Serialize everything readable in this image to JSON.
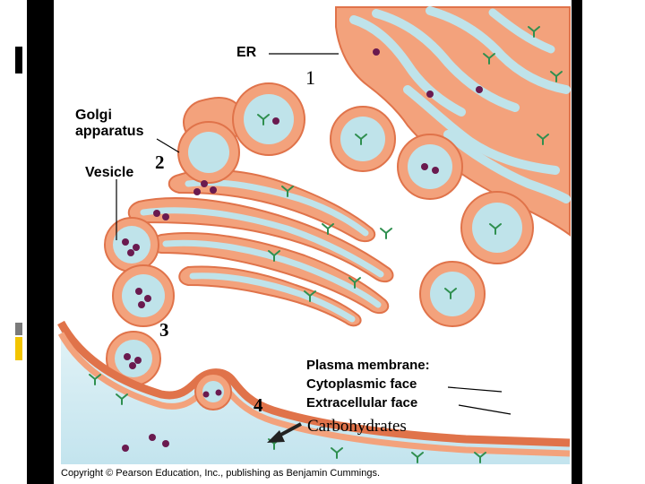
{
  "labels": {
    "er": "ER",
    "golgi_line1": "Golgi",
    "golgi_line2": "apparatus",
    "vesicle": "Vesicle",
    "plasma_membrane": "Plasma membrane:",
    "cytoplasmic_face": "Cytoplasmic face",
    "extracellular_face": "Extracellular face",
    "carbohydrates": "Carbohydrates"
  },
  "step_numbers": {
    "one": "1",
    "two": "2",
    "three": "3",
    "four": "4"
  },
  "copyright": "Copyright © Pearson Education, Inc., publishing as Benjamin Cummings.",
  "colors": {
    "frame_black": "#000000",
    "membrane_orange": "#f3a27c",
    "membrane_edge": "#e0734a",
    "lumen_blue": "#bfe3ea",
    "cytoplasm_blue": "#d6eef4",
    "cargo_purple": "#6a1a4f",
    "carbohydrate_green": "#2f8f4f",
    "accent_yellow": "#f2c400",
    "accent_gray": "#7a7a7a"
  }
}
